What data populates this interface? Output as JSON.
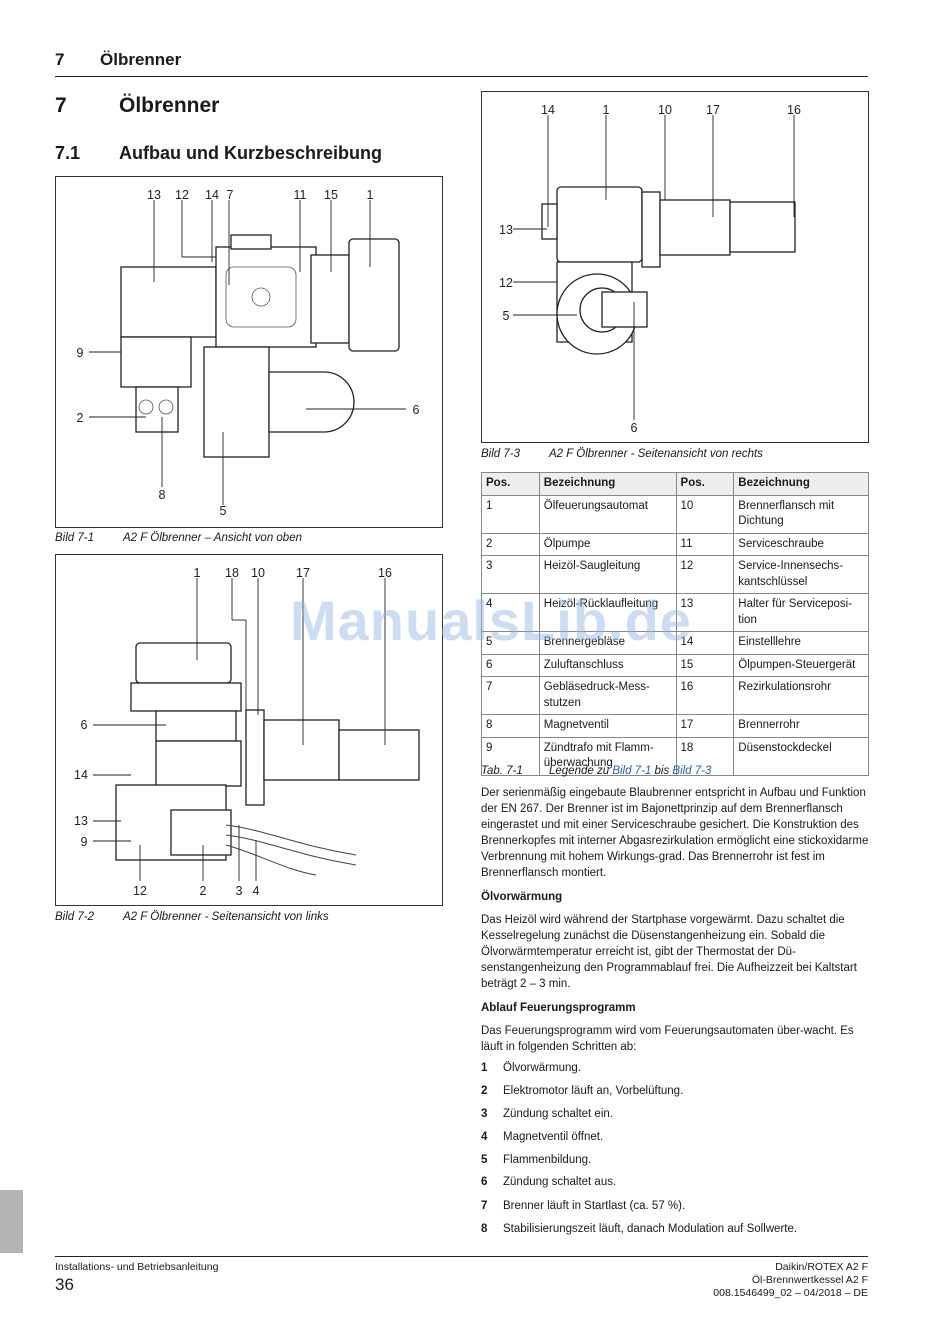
{
  "header": {
    "chapter_num": "7",
    "chapter_title": "Ölbrenner"
  },
  "heading1": {
    "num": "7",
    "title": "Ölbrenner"
  },
  "heading2": {
    "num": "7.1",
    "title": "Aufbau und Kurzbeschreibung"
  },
  "figure1": {
    "labels": [
      "13",
      "12",
      "14",
      "7",
      "11",
      "15",
      "1",
      "9",
      "2",
      "8",
      "5",
      "6"
    ],
    "caption_label": "Bild 7-1",
    "caption_text": "A2 F Ölbrenner – Ansicht von oben"
  },
  "figure2": {
    "labels": [
      "1",
      "18",
      "10",
      "17",
      "16",
      "6",
      "14",
      "13",
      "9",
      "12",
      "2",
      "3",
      "4"
    ],
    "caption_label": "Bild 7-2",
    "caption_text": "A2 F Ölbrenner - Seitenansicht von links"
  },
  "figure3": {
    "labels": [
      "14",
      "1",
      "10",
      "17",
      "16",
      "13",
      "12",
      "5",
      "6"
    ],
    "caption_label": "Bild 7-3",
    "caption_text": "A2 F Ölbrenner - Seitenansicht von rechts"
  },
  "legend_table": {
    "headers": [
      "Pos.",
      "Bezeichnung",
      "Pos.",
      "Bezeichnung"
    ],
    "rows": [
      [
        "1",
        "Ölfeuerungsautomat",
        "10",
        "Brennerflansch mit Dichtung"
      ],
      [
        "2",
        "Ölpumpe",
        "11",
        "Serviceschraube"
      ],
      [
        "3",
        "Heizöl-Saugleitung",
        "12",
        "Service-Innensechs-kantschlüssel"
      ],
      [
        "4",
        "Heizöl-Rücklaufleitung",
        "13",
        "Halter für Serviceposi-tion"
      ],
      [
        "5",
        "Brennergebläse",
        "14",
        "Einstelllehre"
      ],
      [
        "6",
        "Zuluftanschluss",
        "15",
        "Ölpumpen-Steuergerät"
      ],
      [
        "7",
        "Gebläsedruck-Mess-stutzen",
        "16",
        "Rezirkulationsrohr"
      ],
      [
        "8",
        "Magnetventil",
        "17",
        "Brennerrohr"
      ],
      [
        "9",
        "Zündtrafo mit Flamm-überwachung",
        "18",
        "Düsenstockdeckel"
      ]
    ],
    "caption_label": "Tab. 7-1",
    "caption_pre": "Legende zu ",
    "caption_link1": "Bild 7-1",
    "caption_mid": " bis ",
    "caption_link2": "Bild 7-3"
  },
  "intro_text": "Der serienmäßig eingebaute Blaubrenner entspricht in Aufbau und Funktion der EN 267. Der Brenner ist im Bajonettprinzip auf dem Brennerflansch eingerastet und mit einer Serviceschraube gesichert. Die Konstruktion des Brennerkopfes mit interner Abgasrezirkulation ermöglicht eine stickoxidarme Verbrennung mit hohem Wirkungs-grad. Das Brennerrohr ist fest im Brennerflansch montiert.",
  "section_preheat": {
    "title": "Ölvorwärmung",
    "text": "Das Heizöl wird während der Startphase vorgewärmt. Dazu schaltet die Kesselregelung zunächst die Düsenstangenheizung ein. Sobald die Ölvorwärmtemperatur erreicht ist, gibt der Thermostat der Dü-senstangenheizung den Programmablauf frei. Die Aufheizzeit bei Kaltstart beträgt 2 – 3 min."
  },
  "section_program": {
    "title": "Ablauf Feuerungsprogramm",
    "text": "Das Feuerungsprogramm wird vom Feuerungsautomaten über-wacht. Es läuft in folgenden Schritten ab:",
    "steps": [
      {
        "num": "1",
        "text": "Ölvorwärmung."
      },
      {
        "num": "2",
        "text": "Elektromotor läuft an, Vorbelüftung."
      },
      {
        "num": "3",
        "text": "Zündung schaltet ein."
      },
      {
        "num": "4",
        "text": "Magnetventil öffnet."
      },
      {
        "num": "5",
        "text": "Flammenbildung."
      },
      {
        "num": "6",
        "text": "Zündung schaltet aus."
      },
      {
        "num": "7",
        "text": "Brenner läuft in Startlast (ca. 57 %)."
      },
      {
        "num": "8",
        "text": "Stabilisierungszeit läuft, danach Modulation auf Sollwerte."
      }
    ]
  },
  "footer": {
    "left": "Installations- und Betriebsanleitung",
    "page_number": "36",
    "right_line1": "Daikin/ROTEX A2 F",
    "right_line2": "Öl-Brennwertkessel A2 F",
    "right_line3": "008.1546499_02 – 04/2018 – DE"
  },
  "watermark": "ManualsLib.de"
}
